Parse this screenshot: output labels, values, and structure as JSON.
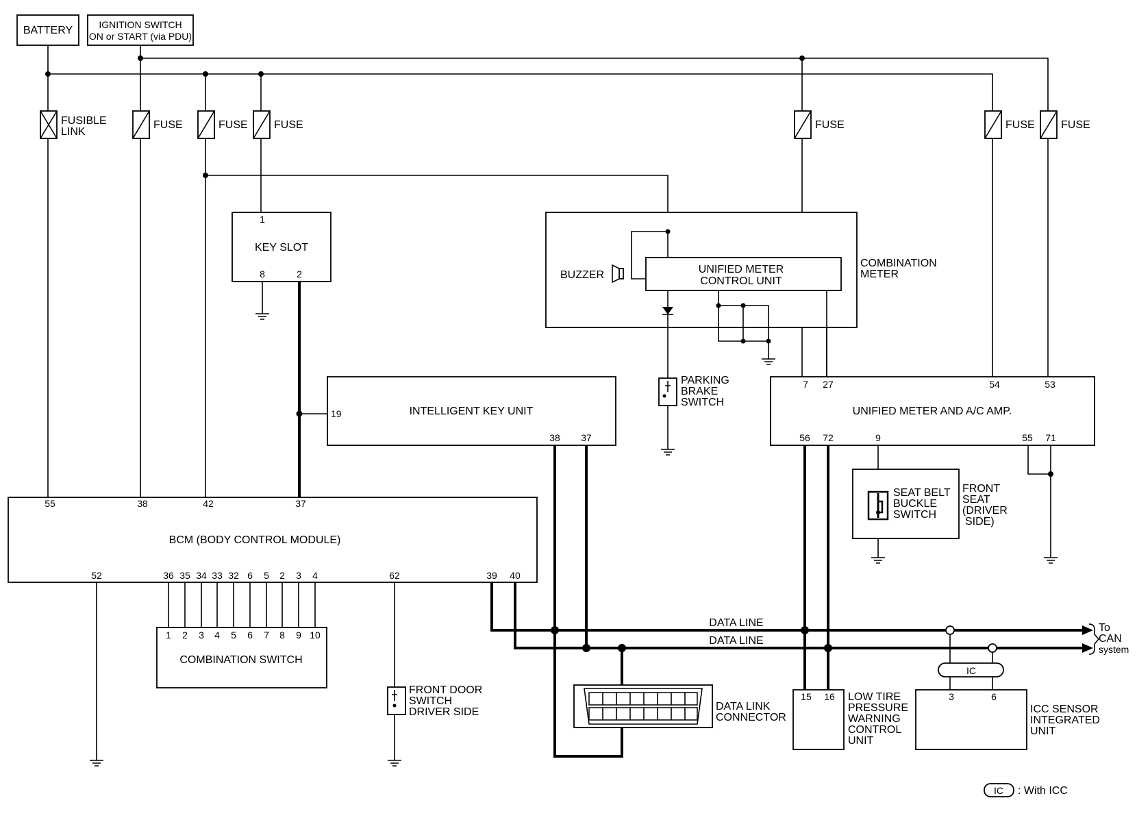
{
  "diagram": {
    "sources": {
      "battery": "BATTERY",
      "ignition_line1": "IGNITION SWITCH",
      "ignition_line2": "ON or START (via PDU)"
    },
    "fuses": {
      "fusible_link_line1": "FUSIBLE",
      "fusible_link_line2": "LINK",
      "fuse": "FUSE"
    },
    "key_slot": {
      "label": "KEY SLOT",
      "pins": [
        "1",
        "8",
        "2"
      ]
    },
    "combination_meter": {
      "label_line1": "COMBINATION",
      "label_line2": "METER",
      "buzzer": "BUZZER",
      "control_unit_line1": "UNIFIED METER",
      "control_unit_line2": "CONTROL UNIT"
    },
    "parking_brake": {
      "line1": "PARKING",
      "line2": "BRAKE",
      "line3": "SWITCH"
    },
    "intelligent_key_unit": {
      "label": "INTELLIGENT KEY UNIT",
      "pins": [
        "19",
        "38",
        "37"
      ]
    },
    "unified_meter_ac": {
      "label": "UNIFIED METER AND A/C AMP.",
      "pins_top": [
        "7",
        "27",
        "54",
        "53"
      ],
      "pins_bottom": [
        "56",
        "72",
        "9",
        "55",
        "71"
      ]
    },
    "seat_belt": {
      "switch_line1": "SEAT BELT",
      "switch_line2": "BUCKLE",
      "switch_line3": "SWITCH",
      "seat_line1": "FRONT",
      "seat_line2": "SEAT",
      "seat_line3": "(DRIVER",
      "seat_line4": "SIDE)"
    },
    "bcm": {
      "label": "BCM (BODY CONTROL MODULE)",
      "pins_top": [
        "55",
        "38",
        "42",
        "37"
      ],
      "pins_bottom": [
        "52",
        "36",
        "35",
        "34",
        "33",
        "32",
        "6",
        "5",
        "2",
        "3",
        "4",
        "62",
        "39",
        "40"
      ]
    },
    "combination_switch": {
      "label": "COMBINATION SWITCH",
      "pins": [
        "1",
        "2",
        "3",
        "4",
        "5",
        "6",
        "7",
        "8",
        "9",
        "10"
      ]
    },
    "front_door_switch": {
      "line1": "FRONT DOOR",
      "line2": "SWITCH",
      "line3": "DRIVER SIDE"
    },
    "data_link_connector": {
      "line1": "DATA LINK",
      "line2": "CONNECTOR"
    },
    "data_lines": {
      "upper": "DATA LINE",
      "lower": "DATA LINE"
    },
    "can": {
      "line1": "To",
      "line2": "CAN",
      "line3": "system"
    },
    "low_tire": {
      "pins": [
        "15",
        "16"
      ],
      "line1": "LOW TIRE",
      "line2": "PRESSURE",
      "line3": "WARNING",
      "line4": "CONTROL",
      "line5": "UNIT"
    },
    "icc_sensor": {
      "pins": [
        "3",
        "6"
      ],
      "line1": "ICC SENSOR",
      "line2": "INTEGRATED",
      "line3": "UNIT",
      "ic_tag": "IC"
    },
    "legend": {
      "tag": "IC",
      "text": ": With ICC"
    }
  }
}
